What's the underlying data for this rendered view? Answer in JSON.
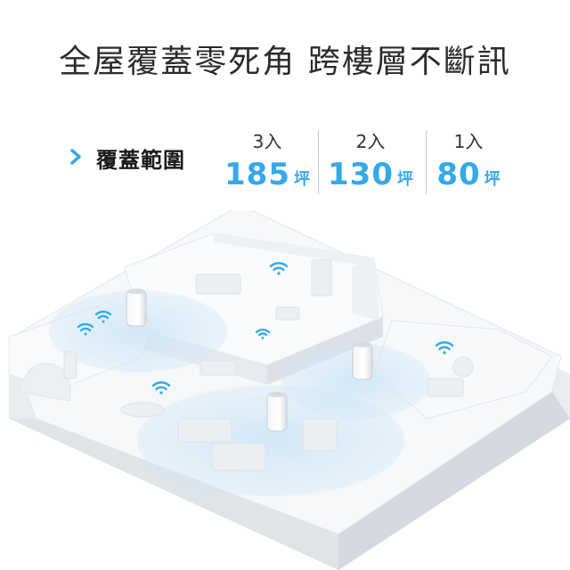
{
  "headline": "全屋覆蓋零死角 跨樓層不斷訊",
  "coverage": {
    "label": "覆蓋範圍",
    "tiers": [
      {
        "units": "3入",
        "area": "185",
        "unit": "坪"
      },
      {
        "units": "2入",
        "area": "130",
        "unit": "坪"
      },
      {
        "units": "1入",
        "area": "80",
        "unit": "坪"
      }
    ]
  },
  "colors": {
    "accent": "#35a9e9",
    "coverage_zone": "#d8ecfb",
    "floor": "#f3f5f7"
  }
}
